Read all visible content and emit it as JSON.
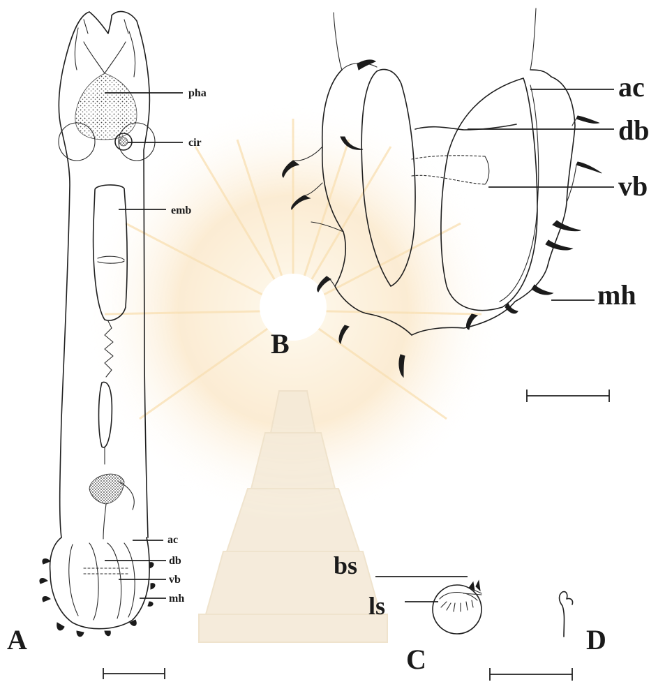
{
  "colors": {
    "ink": "#1f1f1f",
    "watermark": "#f4c879",
    "paper": "#ffffff"
  },
  "panels": {
    "a": "A",
    "b": "B",
    "c": "C",
    "d": "D"
  },
  "panel_a_labels": {
    "pha": "pha",
    "cir": "cir",
    "emb": "emb",
    "ac": "ac",
    "db": "db",
    "vb": "vb",
    "mh": "mh"
  },
  "panel_b_labels": {
    "ac": "ac",
    "db": "db",
    "vb": "vb",
    "mh": "mh"
  },
  "panel_c_labels": {
    "bs": "bs",
    "ls": "ls"
  },
  "watermark": "university-seal-watermark"
}
